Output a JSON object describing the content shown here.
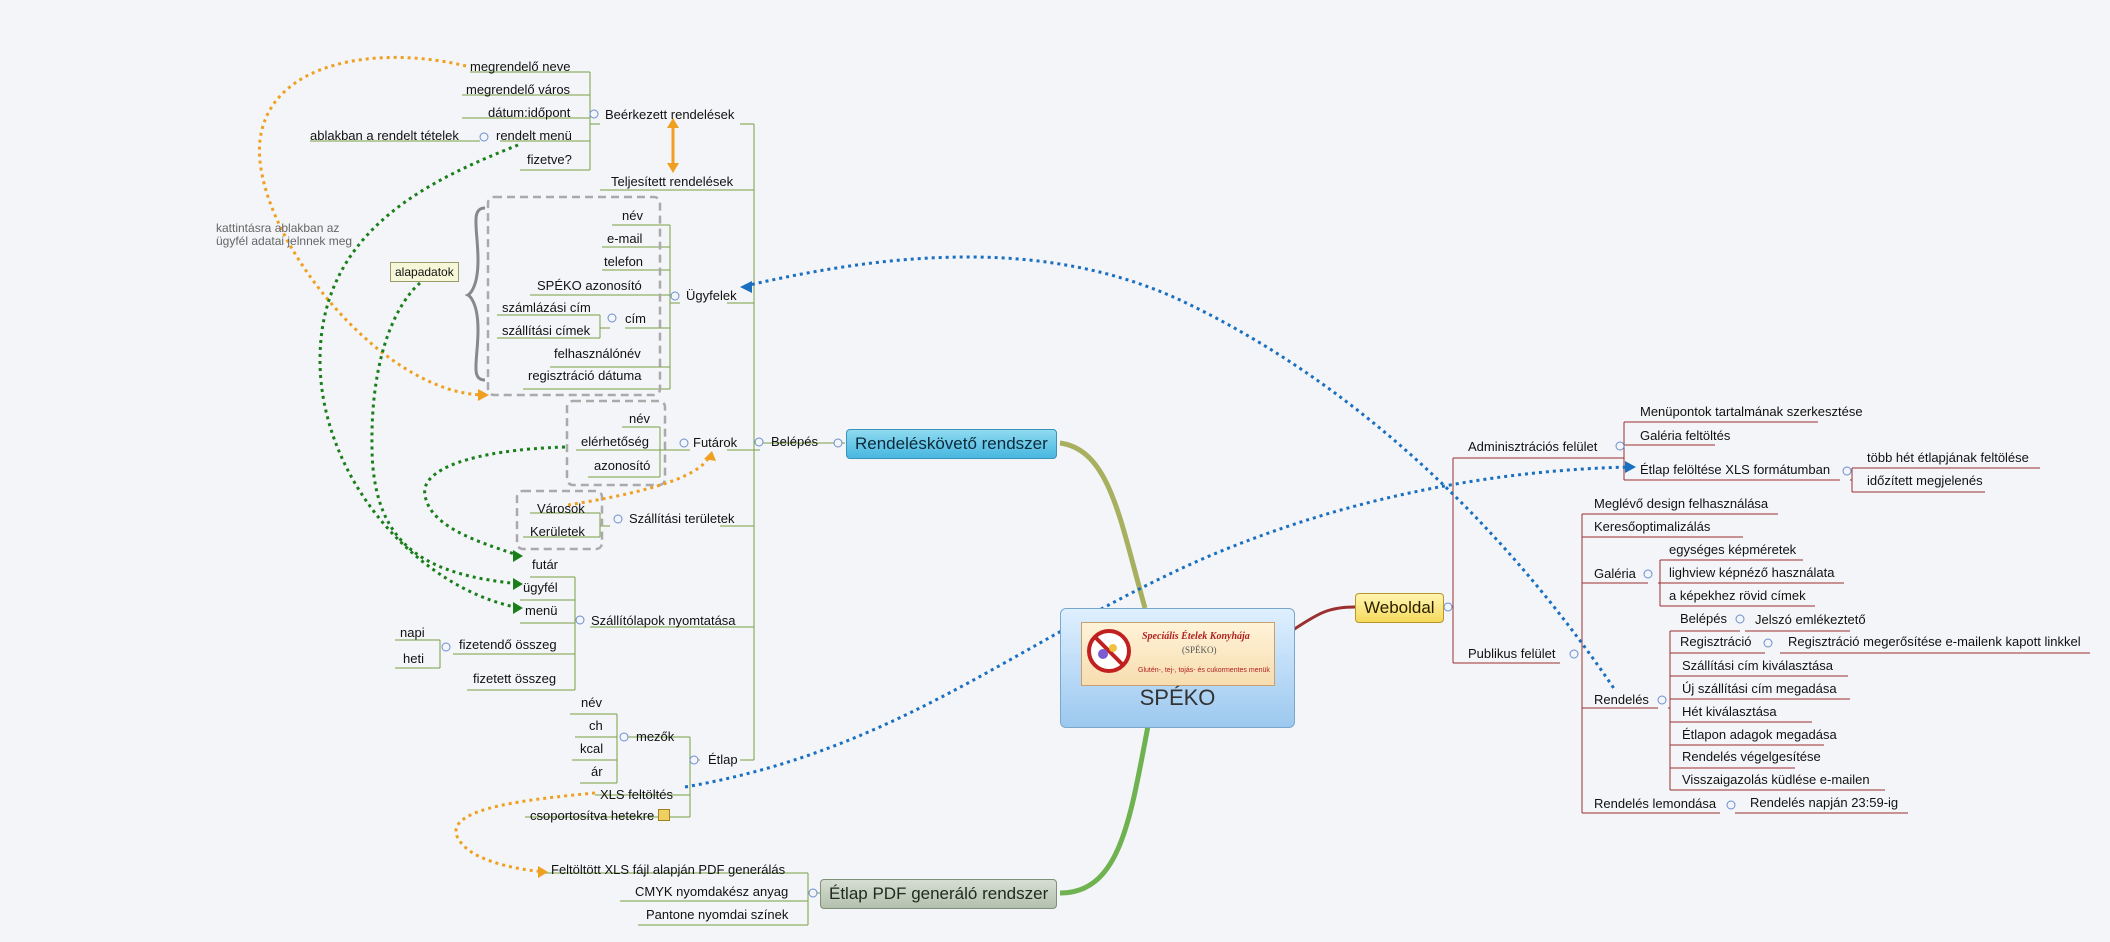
{
  "central": {
    "title": "SPÉKO",
    "logo_title": "Speciális Ételek Konyhája",
    "logo_sub": "(SPÉKO)",
    "logo_tagline": "Glutén-, tej-, tojás- és cukormentes menük"
  },
  "main_topics": {
    "rendeles": "Rendeléskövető rendszer",
    "etlap_pdf": "Étlap PDF generáló rendszer",
    "weboldal": "Weboldal"
  },
  "rendeles": {
    "beerkezett": "Beérkezett rendelések",
    "megrendelo_neve": "megrendelő neve",
    "megrendelo_varos": "megrendelő város",
    "datum": "dátum:időpont",
    "rendelt_menu": "rendelt menü",
    "fizetve": "fizetve?",
    "ablakban": "ablakban a rendelt tételek",
    "teljesitett": "Teljesített rendelések",
    "ugyfelek": "Ügyfelek",
    "u_nev": "név",
    "u_email": "e-mail",
    "u_telefon": "telefon",
    "u_speko": "SPÉKO azonosító",
    "cim": "cím",
    "szamlazasi": "számlázási cím",
    "szallitasi": "szállítási címek",
    "felhasznalonev": "felhasználónév",
    "regisztracio": "regisztráció dátuma",
    "alapadatok": "alapadatok",
    "kattintasra": "kattintásra ablakban az",
    "kattintasra2": "ügyfél adatai jelnnek meg",
    "belepes": "Belépés",
    "futarok": "Futárok",
    "f_nev": "név",
    "f_elerhetoseg": "elérhetőség",
    "f_azonosito": "azonosító",
    "szallitasi_teruletek": "Szállítási területek",
    "varosok": "Városok",
    "keruletek": "Kerületek",
    "szallitolapok": "Szállítólapok nyomtatása",
    "futar": "futár",
    "ugyfel": "ügyfél",
    "menu": "menü",
    "fizetendo": "fizetendő összeg",
    "napi": "napi",
    "heti": "heti",
    "fizetett": "fizetett összeg",
    "etlap": "Étlap",
    "mezok": "mezők",
    "e_nev": "név",
    "e_ch": "ch",
    "e_kcal": "kcal",
    "e_ar": "ár",
    "xls": "XLS feltöltés",
    "csoportositva": "csoportosítva hetekre"
  },
  "pdf": {
    "feltoltott": "Feltöltött XLS fájl alapján PDF generálás",
    "cmyk": "CMYK nyomdakész anyag",
    "pantone": "Pantone nyomdai színek"
  },
  "web": {
    "admin": "Adminisztrációs felület",
    "menupontok": "Menüpontok tartalmának szerkesztése",
    "galeria_feltoltes": "Galéria feltöltés",
    "etlap_xls": "Étlap felöltése XLS formátumban",
    "tobb_het": "több hét étlapjának feltölése",
    "idozitett": "időzített megjelenés",
    "publikus": "Publikus felület",
    "meglevo": "Meglévő design felhasználása",
    "kereso": "Keresőoptimalizálás",
    "galeria": "Galéria",
    "egyseges": "egységes képméretek",
    "lighview": "lighview képnéző használata",
    "rovid": "a képekhez rövid címek",
    "rendeles": "Rendelés",
    "r_belepes": "Belépés",
    "jelszo": "Jelszó emlékeztető",
    "r_regisztracio": "Regisztráció",
    "reg_megerosites": "Regisztráció megerősítése e-mailenk kapott linkkel",
    "szall_kivalasztas": "Szállítási cím kiválasztása",
    "uj_szall": "Új szállítási cím megadása",
    "het_kiv": "Hét kiválasztása",
    "adagok": "Étlapon adagok megadása",
    "vegelegites": "Rendelés végelgesítése",
    "visszaigazolas": "Visszaigazolás küdlése e-mailen",
    "lemondas": "Rendelés lemondása",
    "lemondas_ido": "Rendelés napján 23:59-ig"
  },
  "colors": {
    "green_branch": "#7aa044",
    "red_branch": "#9b3030",
    "orange_link": "#f0a020",
    "green_link": "#1a7f1a",
    "blue_link": "#1a6fc0"
  }
}
